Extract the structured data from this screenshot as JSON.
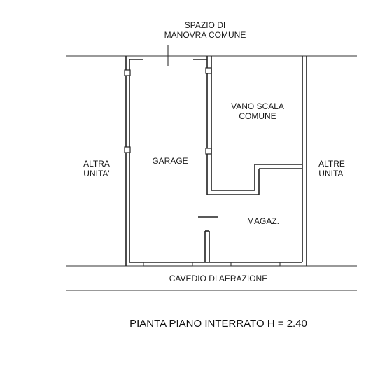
{
  "labels": {
    "spazio_line1": "SPAZIO DI",
    "spazio_line2": "MANOVRA COMUNE",
    "vano_line1": "VANO SCALA",
    "vano_line2": "COMUNE",
    "altra_line1": "ALTRA",
    "altra_line2": "UNITA'",
    "altre_line1": "ALTRE",
    "altre_line2": "UNITA'",
    "garage": "GARAGE",
    "magaz": "MAGAZ.",
    "cavedio": "CAVEDIO DI AERAZIONE"
  },
  "title": "PIANTA PIANO INTERRATO H = 2.40"
}
